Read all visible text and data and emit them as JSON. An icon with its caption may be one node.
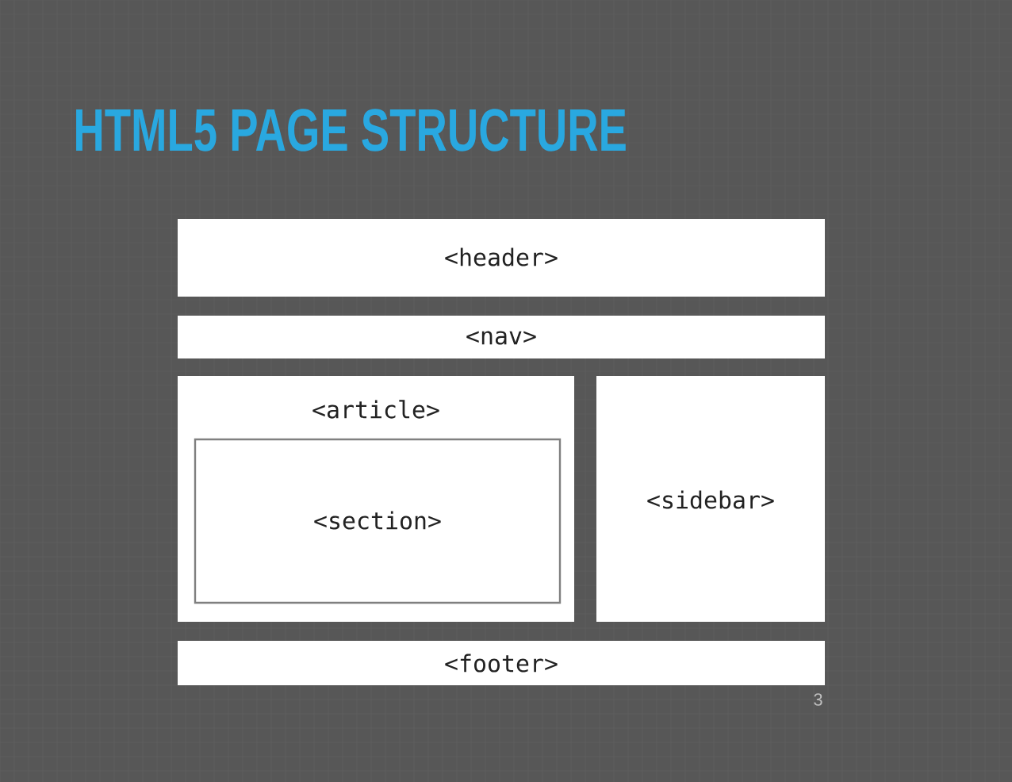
{
  "diagram": {
    "title": "HTML5 PAGE STRUCTURE",
    "nodes": [
      {
        "text": [
          "<header>"
        ]
      },
      {
        "text": [
          "<nav>"
        ]
      },
      {
        "text": [
          "<article>"
        ]
      },
      {
        "text": [
          "<section>"
        ],
        "in": 2
      },
      {
        "text": [
          "<sidebar>"
        ]
      },
      {
        "text": [
          "<footer>"
        ]
      }
    ],
    "labels": [
      "3"
    ]
  }
}
